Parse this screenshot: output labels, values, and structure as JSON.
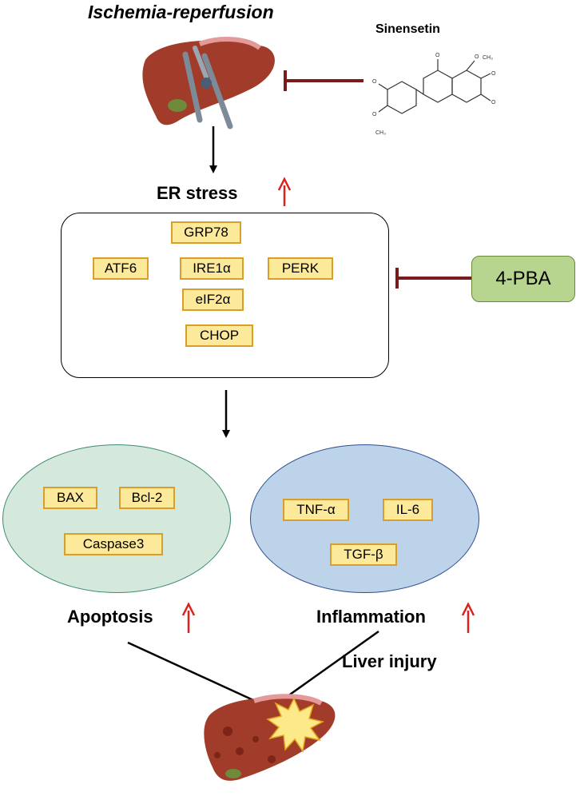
{
  "header": {
    "condition_label": "Ischemia-reperfusion",
    "drug_label": "Sinensetin"
  },
  "er_stress": {
    "title": "ER stress",
    "markers": {
      "grp78": "GRP78",
      "atf6": "ATF6",
      "ire1a": "IRE1α",
      "perk": "PERK",
      "eif2a": "eIF2α",
      "chop": "CHOP"
    }
  },
  "inhibitor": {
    "label": "4-PBA"
  },
  "apoptosis": {
    "label": "Apoptosis",
    "markers": {
      "bax": "BAX",
      "bcl2": "Bcl-2",
      "caspase3": "Caspase3"
    }
  },
  "inflammation": {
    "label": "Inflammation",
    "markers": {
      "tnfa": "TNF-α",
      "il6": "IL-6",
      "tgfb": "TGF-β"
    }
  },
  "outcome": {
    "label": "Liver injury"
  },
  "chemical_structure_labels": {
    "carbonyl_o": "O",
    "methoxy_top": "CH₃",
    "methoxy_generic": "O",
    "methyl": "CH₃"
  },
  "colors": {
    "inhibit_bar": "#7a1a1a",
    "up_arrow": "#e0201b",
    "tag_fill": "#fde99a",
    "tag_border": "#d8a02a",
    "apoptosis_fill": "#d5e8dc",
    "inflammation_fill": "#bcd3ea",
    "pba_fill": "#b7d58e",
    "liver": "#a23c2a"
  }
}
